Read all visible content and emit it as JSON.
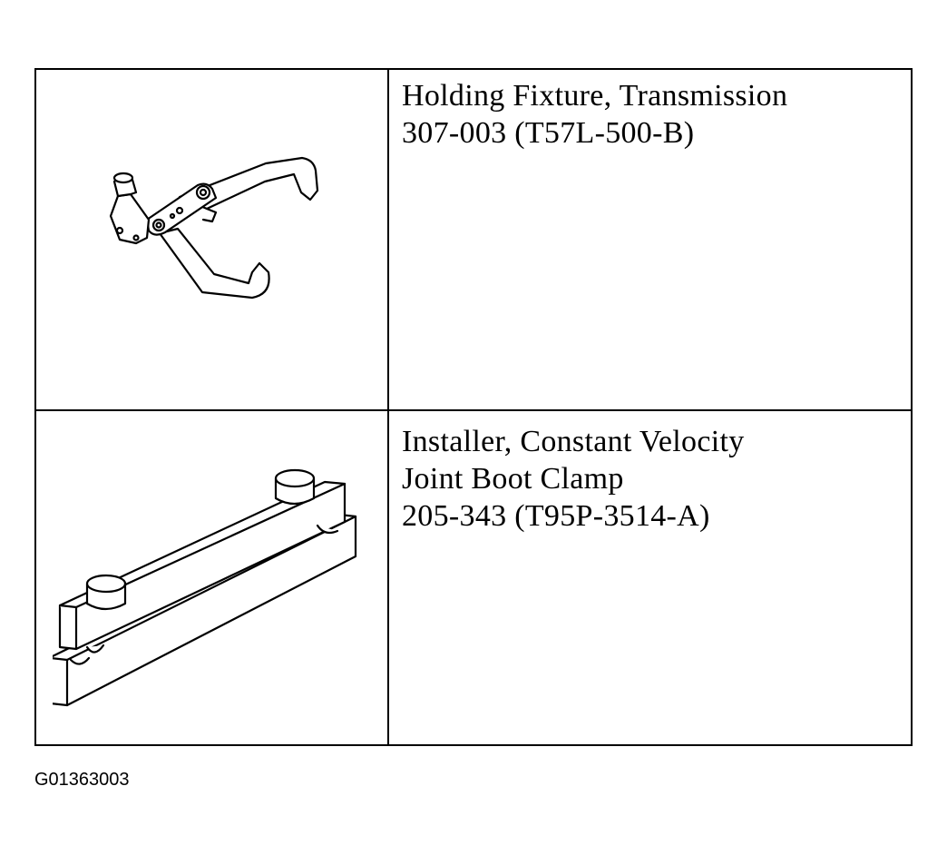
{
  "tools": [
    {
      "lines": [
        "Holding Fixture, Transmission",
        "307-003 (T57L-500-B)"
      ],
      "illustration": "holding-fixture-illustration"
    },
    {
      "lines": [
        "Installer, Constant Velocity",
        "Joint Boot Clamp",
        "205-343 (T95P-3514-A)"
      ],
      "illustration": "boot-clamp-installer-illustration"
    }
  ],
  "figure_id": "G01363003"
}
